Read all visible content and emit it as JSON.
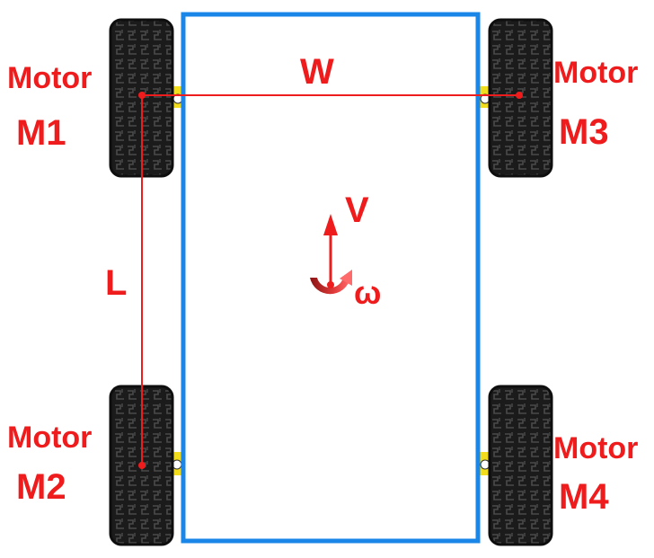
{
  "colors": {
    "label": "#ee1c1c",
    "chassis_border": "#1a87e8",
    "tire": "#1b1b1b",
    "tread": "#4a4a4a",
    "mount": "#f2dc1e"
  },
  "motors": [
    {
      "word": "Motor",
      "id": "M1"
    },
    {
      "word": "Motor",
      "id": "M2"
    },
    {
      "word": "Motor",
      "id": "M3"
    },
    {
      "word": "Motor",
      "id": "M4"
    }
  ],
  "dimensions": {
    "width": "W",
    "length": "L"
  },
  "motion": {
    "velocity": "V",
    "angular": "ω"
  },
  "icons": {
    "rotation": "rotation-arrow-icon",
    "velocity": "up-arrow-icon"
  }
}
